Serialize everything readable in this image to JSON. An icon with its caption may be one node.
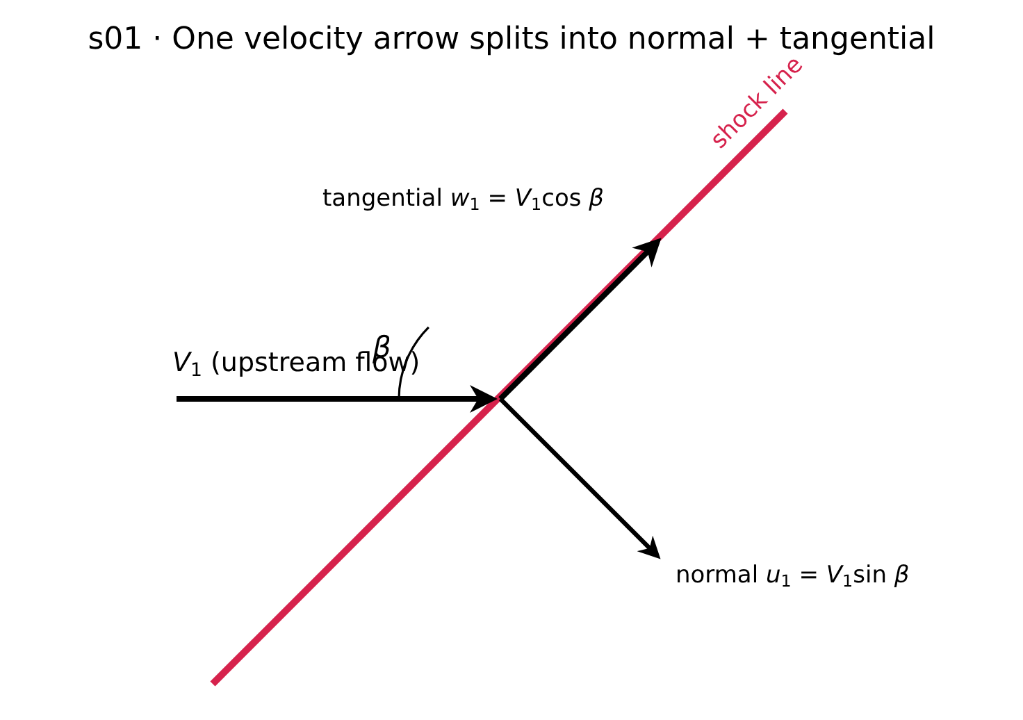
{
  "diagram": {
    "title": "s01 · One velocity arrow splits into normal + tangential",
    "labels": [
      "shock line",
      "tangential *w*$_{1}$ = *V*$_{1}$cos *β*",
      "*β*",
      "*V*$_{1}$ (upstream flow)",
      "normal *u*$_{1}$ = *V*$_{1}$sin *β*"
    ]
  }
}
